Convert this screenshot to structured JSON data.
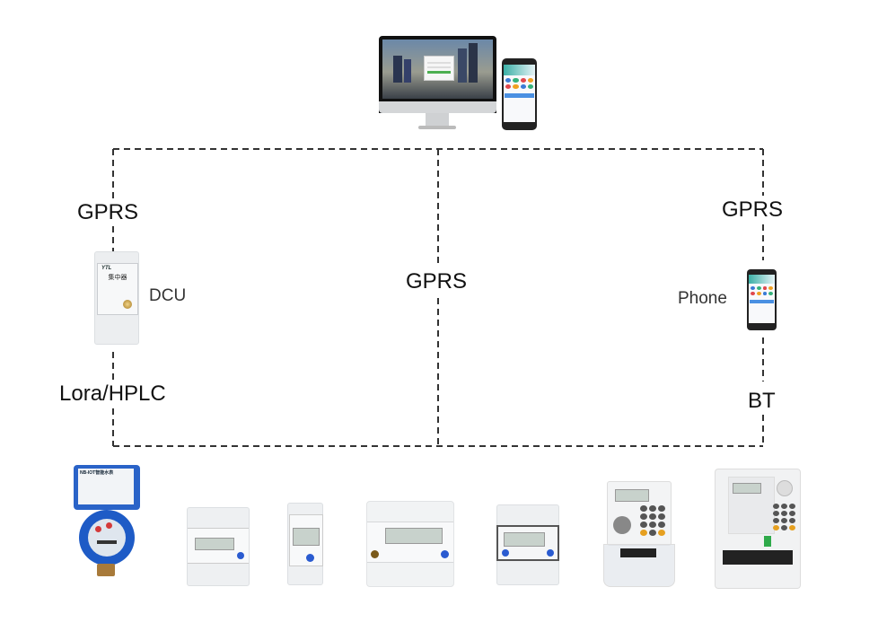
{
  "diagram": {
    "title": "Smart metering system topology",
    "nodes": {
      "server": {
        "name": "Monitor + Phone platform"
      },
      "dcu": {
        "label": "DCU",
        "brand": "YTL",
        "chinese": "集中器"
      },
      "phone": {
        "label": "Phone"
      }
    },
    "links": {
      "left_top": "GPRS",
      "left_bottom": "Lora/HPLC",
      "center": "GPRS",
      "right_top": "GPRS",
      "right_bottom": "BT"
    },
    "meters": [
      {
        "name": "NB-IoT water meter",
        "text": "NB-IOT智能水表"
      },
      {
        "name": "DIN rail meter 4P"
      },
      {
        "name": "DIN rail meter 1P"
      },
      {
        "name": "DIN rail meter wide"
      },
      {
        "name": "DIN rail meter dark frame"
      },
      {
        "name": "Keypad prepaid meter single-phase"
      },
      {
        "name": "Keypad prepaid meter three-phase"
      }
    ],
    "colors": {
      "line": "#333333",
      "meter_blue": "#1e5bc6",
      "panel": "#eef0f2"
    }
  }
}
